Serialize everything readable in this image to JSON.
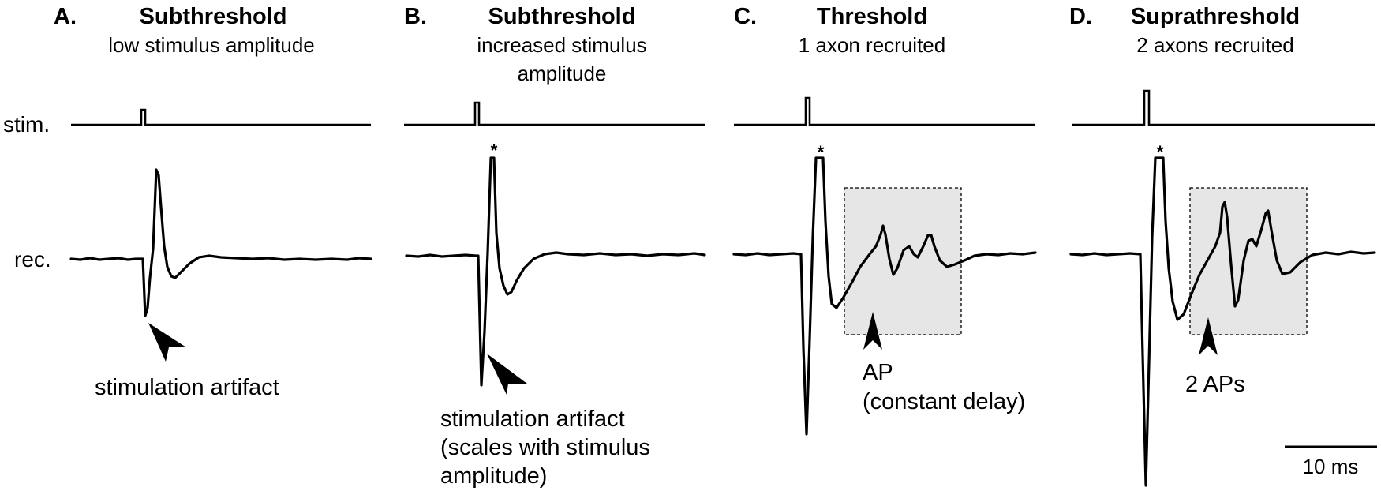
{
  "row_labels": {
    "stim": "stim.",
    "rec": "rec."
  },
  "panels": [
    {
      "letter": "A.",
      "title": "Subthreshold",
      "subtitle": [
        "low stimulus amplitude"
      ],
      "star": "",
      "annotations": [
        "stimulation artifact"
      ]
    },
    {
      "letter": "B.",
      "title": "Subthreshold",
      "subtitle": [
        "increased stimulus",
        "amplitude"
      ],
      "star": "*",
      "annotations": [
        "stimulation artifact",
        "(scales with stimulus",
        "amplitude)"
      ]
    },
    {
      "letter": "C.",
      "title": "Threshold",
      "subtitle": [
        "1 axon recruited"
      ],
      "star": "*",
      "annotations": [
        "AP",
        "(constant delay)"
      ]
    },
    {
      "letter": "D.",
      "title": "Suprathreshold",
      "subtitle": [
        "2 axons recruited"
      ],
      "star": "*",
      "annotations": [
        "2 APs"
      ]
    }
  ],
  "scale_bar": {
    "label": "10 ms"
  },
  "colors": {
    "trace": "#000000",
    "highlight_box": "#e6e6e6"
  }
}
